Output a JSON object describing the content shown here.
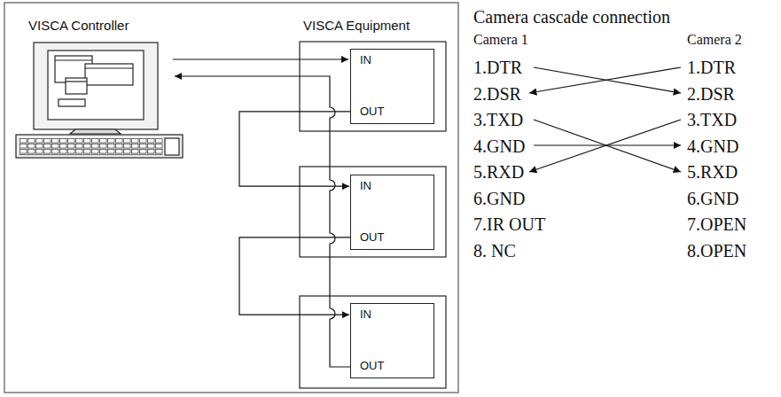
{
  "diagram": {
    "nodes": [
      {
        "text": [
          "IN",
          "OUT"
        ]
      },
      {
        "text": [
          "IN",
          "OUT"
        ]
      },
      {
        "text": [
          "IN",
          "OUT"
        ]
      }
    ],
    "edges": [
      {
        "from": 0,
        "to": 1,
        "arrow": "to"
      },
      {
        "from": 1,
        "to": 2,
        "arrow": "to"
      }
    ],
    "labels": [
      "VISCA Controller",
      "VISCA Equipment",
      "Camera cascade connection",
      "Camera 1",
      "Camera 2",
      "1.DTR",
      "2.DSR",
      "3.TXD",
      "4.GND",
      "5.RXD",
      "6.GND",
      "7.IR OUT",
      "8. NC",
      "1.DTR",
      "2.DSR",
      "3.TXD",
      "4.GND",
      "5.RXD",
      "6.GND",
      "7.OPEN",
      "8.OPEN"
    ]
  }
}
